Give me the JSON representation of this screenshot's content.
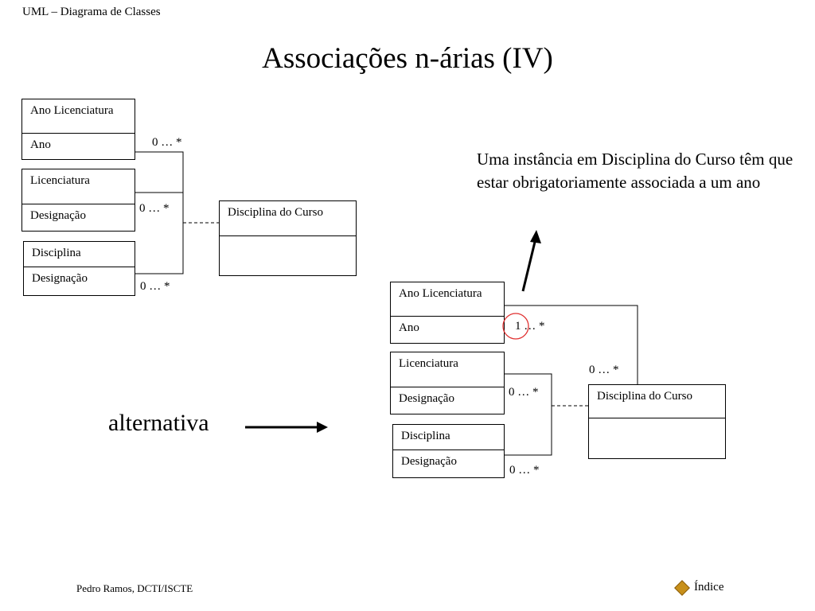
{
  "header": {
    "label": "UML – Diagrama de Classes"
  },
  "title": "Associações n-árias (IV)",
  "diagram_left": {
    "classes": [
      {
        "name": "Ano Licenciatura",
        "attribute": "Ano"
      },
      {
        "name": "Licenciatura",
        "attribute": "Designação"
      },
      {
        "name": "Disciplina",
        "attribute": "Designação"
      }
    ],
    "multiplicities": [
      "0 … *",
      "0 … *",
      "0 … *"
    ],
    "association_class": {
      "name": "Disciplina do Curso"
    }
  },
  "diagram_right": {
    "classes": [
      {
        "name": "Ano Licenciatura",
        "attribute": "Ano"
      },
      {
        "name": "Licenciatura",
        "attribute": "Designação"
      },
      {
        "name": "Disciplina",
        "attribute": "Designação"
      }
    ],
    "multiplicities": [
      "1 … *",
      "0 … *",
      "0 … *",
      "0 … *"
    ],
    "association_class": {
      "name": "Disciplina do Curso"
    },
    "highlight_color": "#e03030"
  },
  "note": "Uma instância em Disciplina do Curso têm que estar obrigatoriamente associada a um ano",
  "alternative_label": "alternativa",
  "footer": {
    "author": "Pedro Ramos, DCTI/ISCTE",
    "index_link": "Índice"
  },
  "icons": {
    "index": "diamond-bullet-icon"
  }
}
